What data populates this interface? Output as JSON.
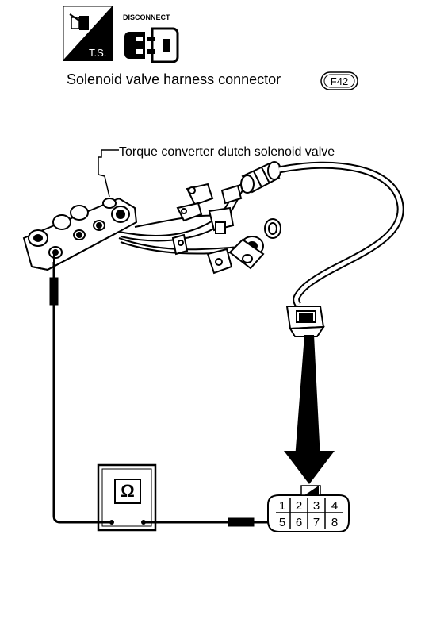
{
  "header": {
    "ts_badge": "T.S.",
    "disconnect_label": "DISCONNECT",
    "connector_title": "Solenoid valve harness connector",
    "connector_code": "F42"
  },
  "callout": {
    "label": "Torque converter clutch solenoid valve"
  },
  "meter": {
    "symbol": "Ω"
  },
  "connector": {
    "top_row": [
      "1",
      "2",
      "3",
      "4"
    ],
    "bottom_row": [
      "5",
      "6",
      "7",
      "8"
    ]
  },
  "icons": [
    "ts-icon",
    "disconnect-icon",
    "ohmmeter-icon",
    "down-arrow-icon"
  ]
}
